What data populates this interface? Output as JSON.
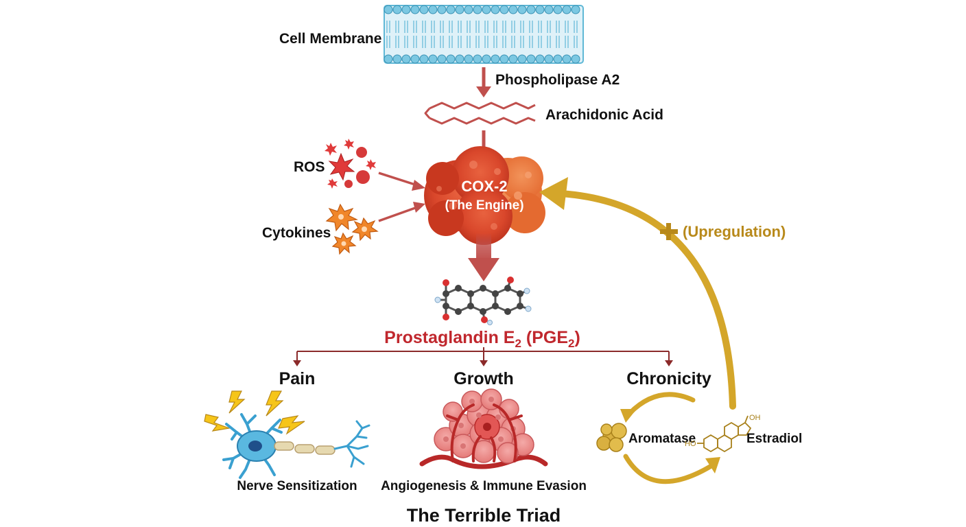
{
  "labels": {
    "cell_membrane": "Cell Membrane",
    "phospholipase": "Phospholipase A2",
    "arachidonic_acid": "Arachidonic Acid",
    "ros": "ROS",
    "cytokines": "Cytokines",
    "cox2_line1": "COX-2",
    "cox2_line2": "(The Engine)",
    "upregulation": "(Upregulation)",
    "pge2_main": "Prostaglandin E",
    "pge2_sub": "2",
    "pge2_paren": " (PGE",
    "pge2_sub2": "2",
    "pge2_close": ")",
    "pain": "Pain",
    "growth": "Growth",
    "chronicity": "Chronicity",
    "aromatase": "Aromatase",
    "estradiol": "Estradiol",
    "nerve": "Nerve Sensitization",
    "angio": "Angiogenesis & Immune Evasion",
    "title": "The Terrible Triad",
    "oh": "OH",
    "ho": "HO"
  },
  "colors": {
    "membrane": "#5fb8d6",
    "arrow_red": "#c0504d",
    "cox": "#d9472b",
    "pge": "#c0272d",
    "gold": "#d4a62a",
    "gold_text": "#b8891a",
    "neuron": "#3aa0d0"
  },
  "icons": {
    "plus": "plus-icon",
    "lightning": "lightning-icon",
    "neuron": "neuron-icon",
    "tumor": "tumor-icon",
    "molecule": "molecule-icon"
  }
}
